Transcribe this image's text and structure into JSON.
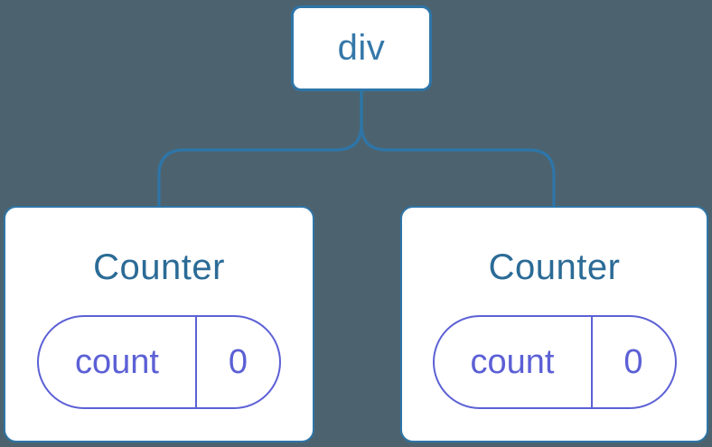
{
  "diagram": {
    "root_label": "div",
    "children": [
      {
        "title": "Counter",
        "state_key": "count",
        "state_value": "0"
      },
      {
        "title": "Counter",
        "state_key": "count",
        "state_value": "0"
      }
    ]
  },
  "colors": {
    "background": "#4c636f",
    "node_fill": "#ffffff",
    "tree_stroke": "#2e75a8",
    "root_label": "#3578a9",
    "component_title": "#2b6b96",
    "state_accent": "#5c60d5"
  }
}
